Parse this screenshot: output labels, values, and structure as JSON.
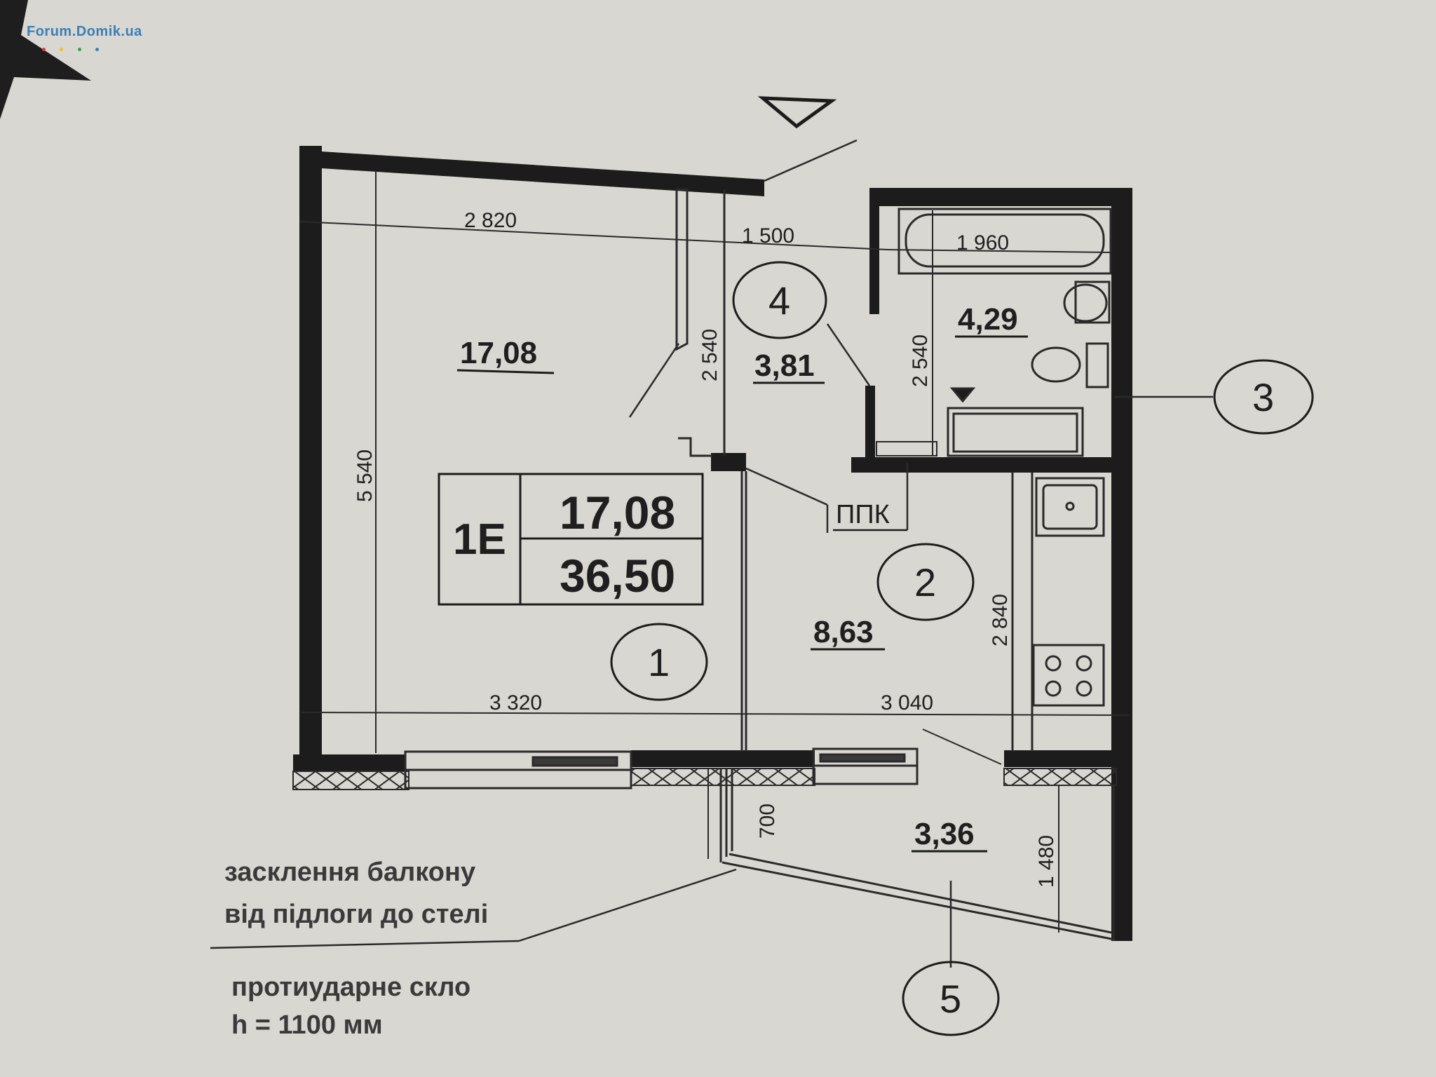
{
  "watermark": "Forum.Domik.ua",
  "watermark_dots": [
    "#e03a3a",
    "#f0c020",
    "#3aa040",
    "#3a7fb8"
  ],
  "apartment": {
    "type": "1E",
    "living_area": "17,08",
    "total_area": "36,50"
  },
  "rooms": [
    {
      "number": "1",
      "area": "17,08"
    },
    {
      "number": "2",
      "area": "8,63"
    },
    {
      "number": "3",
      "area": "4,29"
    },
    {
      "number": "4",
      "area": "3,81"
    },
    {
      "number": "5",
      "area": "3,36"
    }
  ],
  "dimensions": {
    "room1_width_top": "2 820",
    "hall_width": "1 500",
    "bath_width": "1 960",
    "room1_height": "5 540",
    "hall_height": "2 540",
    "bath_height": "2 540",
    "kitchen_height": "2 840",
    "room1_width_bottom": "3 320",
    "kitchen_width": "3 040",
    "balcony_left": "700",
    "balcony_right": "1 480"
  },
  "ppk_label": "ППК",
  "notes": {
    "glazing_line1": "засклення балкону",
    "glazing_line2": "від підлоги до стелі",
    "glass_line1": "протиударне скло",
    "glass_line2": "h = 1100 мм"
  }
}
